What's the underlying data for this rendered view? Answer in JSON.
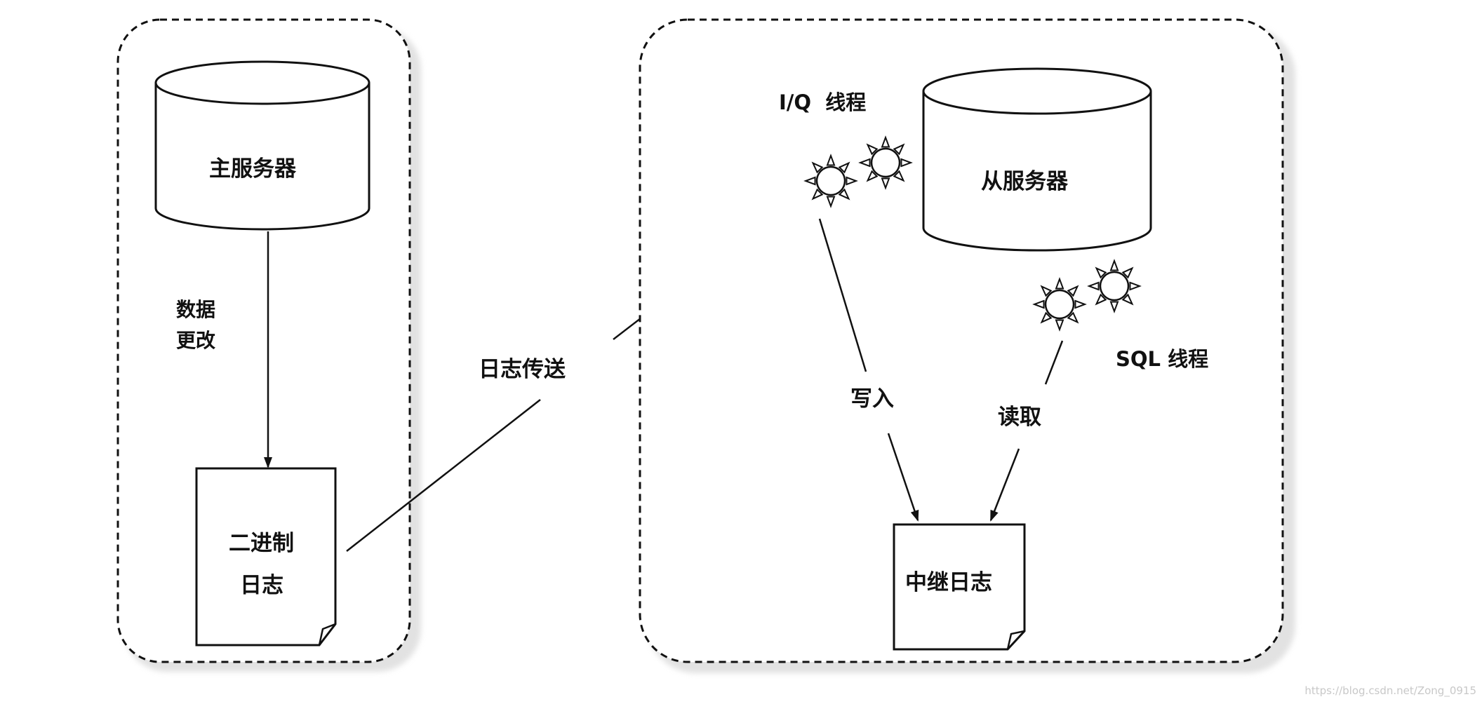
{
  "master": {
    "server_label": "主服务器",
    "edge_label": "数据\n更改",
    "edge_label_lines": [
      "数据",
      "更改"
    ],
    "binlog_lines": [
      "二进制",
      "日志"
    ]
  },
  "transfer": {
    "label": "日志传送"
  },
  "slave": {
    "server_label": "从服务器",
    "io_thread_label": "I/Q  线程",
    "sql_thread_label": "SQL 线程",
    "write_label": "写入",
    "read_label": "读取",
    "relay_log_label": "中继日志"
  },
  "watermark": "https://blog.csdn.net/Zong_0915"
}
